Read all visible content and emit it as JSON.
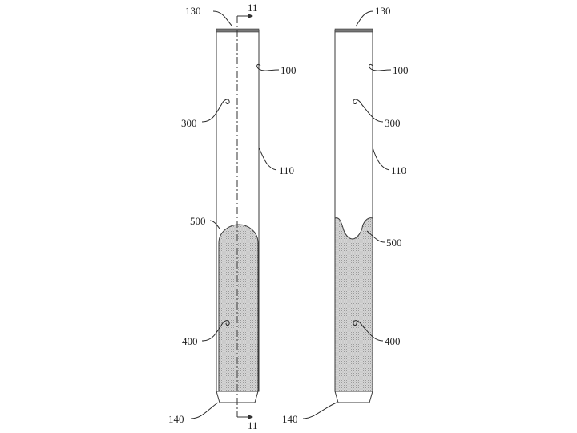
{
  "figure": {
    "left_view": {
      "labels": {
        "cap": "130",
        "section_top": "11",
        "tube": "100",
        "inner_element": "300",
        "wall": "110",
        "interface": "500",
        "fill_material": "400",
        "bottom_tip": "140",
        "section_bottom": "11"
      }
    },
    "right_view": {
      "labels": {
        "cap": "130",
        "tube": "100",
        "inner_element": "300",
        "wall": "110",
        "interface": "500",
        "fill_material": "400",
        "bottom_tip": "140"
      }
    },
    "colors": {
      "line": "#3a3a3a",
      "fill_region": "#d4d4d4",
      "background": "#ffffff"
    }
  }
}
